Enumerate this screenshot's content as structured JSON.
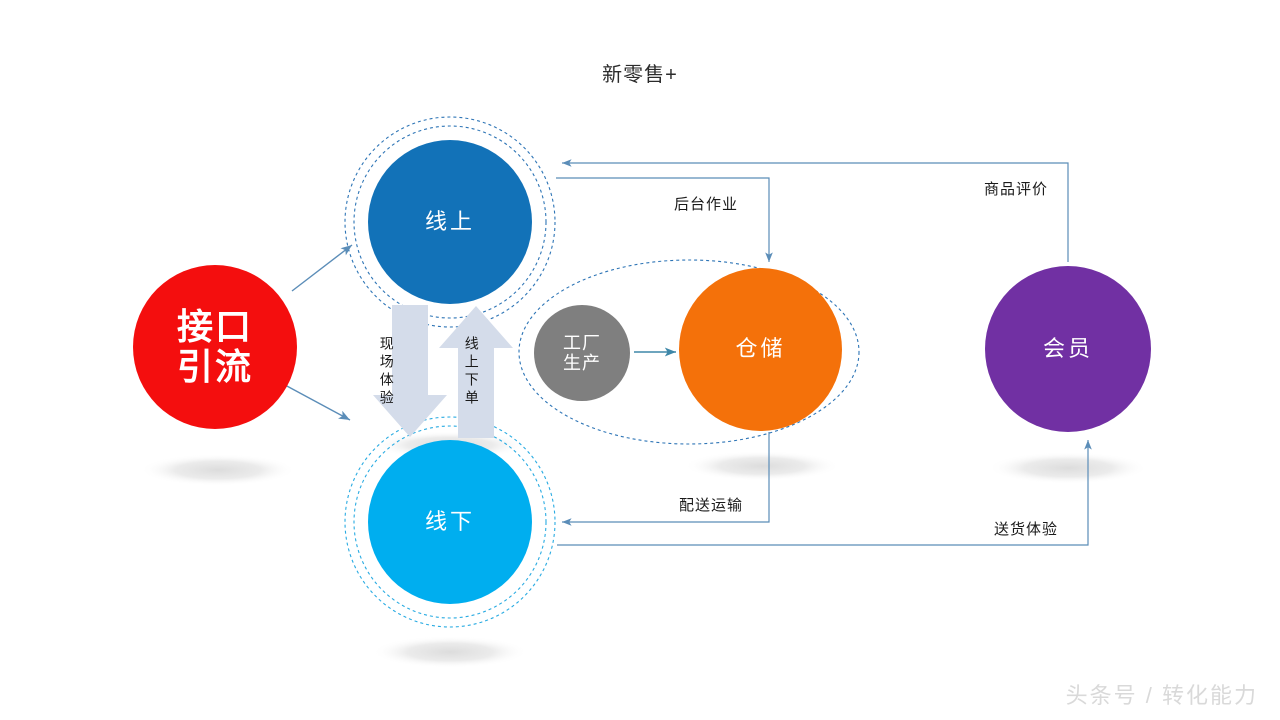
{
  "page": {
    "title": "新零售+",
    "watermark": "头条号 / 转化能力",
    "background": "#ffffff"
  },
  "nodes": [
    {
      "id": "entry",
      "label": "接口\n引流",
      "line1": "接口",
      "line2": "引流",
      "color": "#F40E0E",
      "shape": "circle"
    },
    {
      "id": "online",
      "label": "线上",
      "color": "#1272B8",
      "shape": "circle-dotted-rings"
    },
    {
      "id": "offline",
      "label": "线下",
      "color": "#00AEEF",
      "shape": "circle-dotted-rings"
    },
    {
      "id": "factory",
      "label": "工厂\n生产",
      "line1": "工厂",
      "line2": "生产",
      "color": "#7F7F7F",
      "shape": "circle"
    },
    {
      "id": "storage",
      "label": "仓储",
      "color": "#F4710A",
      "shape": "circle"
    },
    {
      "id": "member",
      "label": "会员",
      "color": "#7130A3",
      "shape": "circle"
    }
  ],
  "block_arrows": [
    {
      "id": "onsite-experience",
      "label": "现场体验",
      "direction": "down",
      "color": "#D0D8E8"
    },
    {
      "id": "online-ordering",
      "label": "线上下单",
      "direction": "up",
      "color": "#D0D8E8"
    }
  ],
  "flows": [
    {
      "id": "backend-ops",
      "label": "后台作业",
      "from": "online",
      "to": "storage"
    },
    {
      "id": "product-review",
      "label": "商品评价",
      "from": "member",
      "to": "online"
    },
    {
      "id": "delivery-transport",
      "label": "配送运输",
      "from": "storage",
      "to": "offline"
    },
    {
      "id": "delivery-experience",
      "label": "送货体验",
      "from": "member",
      "to": "offline"
    },
    {
      "id": "factory-to-storage",
      "label": "",
      "from": "factory",
      "to": "storage"
    },
    {
      "id": "entry-to-online",
      "label": "",
      "from": "entry",
      "to": "online"
    },
    {
      "id": "entry-to-offline",
      "label": "",
      "from": "entry",
      "to": "offline"
    }
  ],
  "colors": {
    "connector": "#5B8DB8",
    "dotted_ring": "#2E75B6",
    "dotted_ring_cyan": "#29ABE2",
    "block_arrow": "#D4DCEA",
    "shadow": "#E3E3E3",
    "title_text": "#2b2b2b",
    "label_text": "#1a1a1a",
    "watermark_text": "#d9d9d9"
  }
}
